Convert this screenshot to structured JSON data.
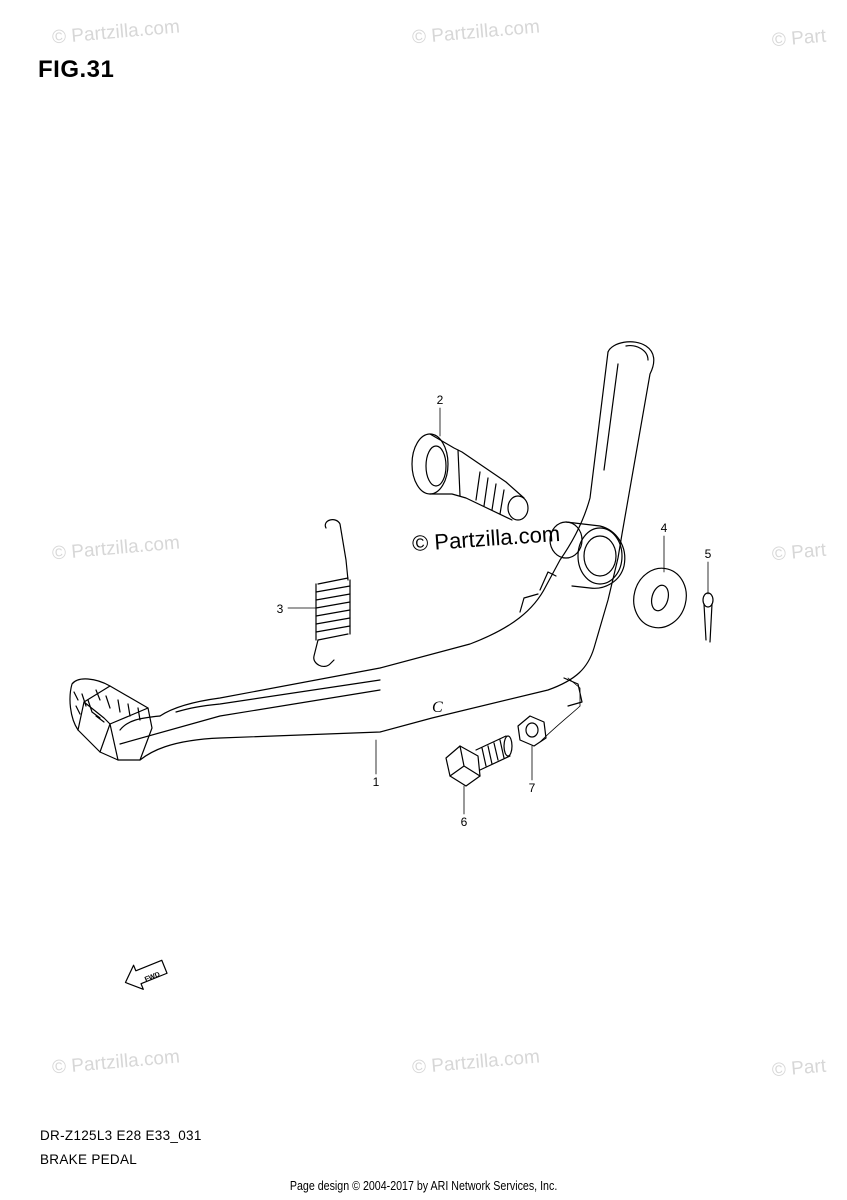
{
  "figure": {
    "title": "FIG.31"
  },
  "watermarks": [
    "© Partzilla.com",
    "© Partzilla.com",
    "© Part",
    "© Partzilla.com",
    "© Part",
    "© Partzilla.com",
    "© Partzilla.com",
    "© Part"
  ],
  "center_watermark": "© Partzilla.com",
  "callouts": [
    "1",
    "2",
    "3",
    "4",
    "5",
    "6",
    "7"
  ],
  "part_mark": "C",
  "fwd_badge": "FWD",
  "model_code": "DR-Z125L3 E28 E33_031",
  "caption": "BRAKE PEDAL",
  "footer": "Page design © 2004-2017 by ARI Network Services, Inc."
}
